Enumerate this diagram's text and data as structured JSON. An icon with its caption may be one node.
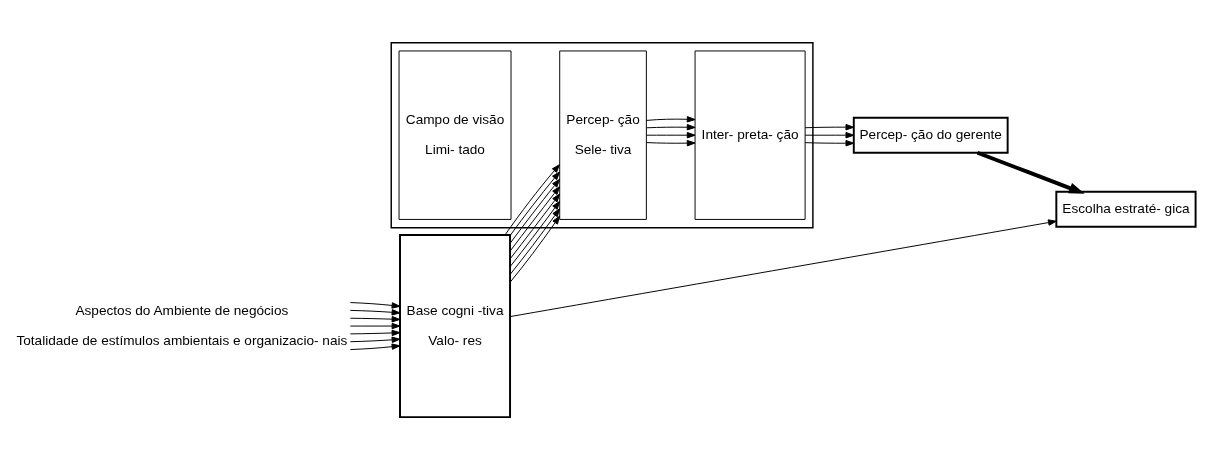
{
  "diagram": {
    "nodes": [
      {
        "text": [
          "Aspectos do Ambiente de negócios",
          "Totalidade de estímulos ambientais e organizacio- nais"
        ]
      },
      {
        "text": [
          "Base cogni -tiva",
          "Valo- res"
        ]
      },
      {
        "text": [],
        "shape": "trapezium"
      },
      {
        "text": [
          "Campo de visão",
          "Limi- tado"
        ],
        "in": 2
      },
      {
        "text": [
          "Percep- ção",
          "Sele- tiva"
        ],
        "in": 2
      },
      {
        "text": [
          "Inter- preta- ção"
        ],
        "in": 2
      },
      {
        "text": [
          "Percep- ção do gerente"
        ]
      },
      {
        "text": [
          "Escolha estraté- gica"
        ]
      }
    ],
    "edges": [
      {
        "from": 0,
        "to": 1,
        "arrow": "to"
      },
      {
        "from": 0,
        "to": 1,
        "arrow": "to"
      },
      {
        "from": 0,
        "to": 1,
        "arrow": "to"
      },
      {
        "from": 0,
        "to": 1,
        "arrow": "to"
      },
      {
        "from": 0,
        "to": 1,
        "arrow": "to"
      },
      {
        "from": 0,
        "to": 1,
        "arrow": "to"
      },
      {
        "from": 0,
        "to": 1,
        "arrow": "to"
      },
      {
        "from": 1,
        "to": 4,
        "arrow": "to"
      },
      {
        "from": 1,
        "to": 4,
        "arrow": "to"
      },
      {
        "from": 1,
        "to": 4,
        "arrow": "to"
      },
      {
        "from": 1,
        "to": 4,
        "arrow": "to"
      },
      {
        "from": 1,
        "to": 4,
        "arrow": "to"
      },
      {
        "from": 1,
        "to": 4,
        "arrow": "to"
      },
      {
        "from": 1,
        "to": 4,
        "arrow": "to"
      },
      {
        "from": 1,
        "to": 4,
        "arrow": "to"
      },
      {
        "from": 4,
        "to": 5,
        "arrow": "to"
      },
      {
        "from": 4,
        "to": 5,
        "arrow": "to"
      },
      {
        "from": 4,
        "to": 5,
        "arrow": "to"
      },
      {
        "from": 4,
        "to": 5,
        "arrow": "to"
      },
      {
        "from": 5,
        "to": 6,
        "arrow": "to"
      },
      {
        "from": 5,
        "to": 6,
        "arrow": "to"
      },
      {
        "from": 5,
        "to": 6,
        "arrow": "to"
      },
      {
        "from": 6,
        "to": 7,
        "arrow": "to",
        "style": "thick"
      },
      {
        "from": 1,
        "to": 7,
        "arrow": "to"
      }
    ]
  }
}
